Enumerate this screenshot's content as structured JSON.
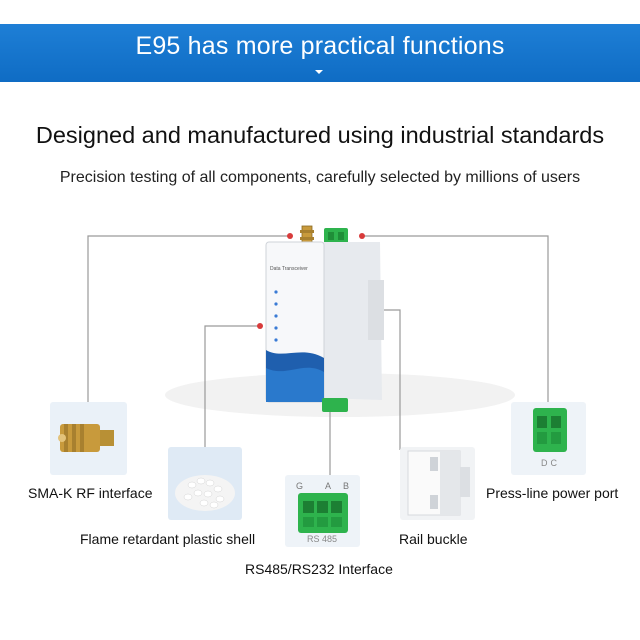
{
  "banner": {
    "title": "E95 has more practical functions"
  },
  "headline": "Designed and manufactured using industrial standards",
  "subheadline": "Precision testing of all components, carefully selected by millions of users",
  "device": {
    "label": "Data Transceiver"
  },
  "features": [
    {
      "label": "SMA-K RF interface"
    },
    {
      "label": "Flame retardant plastic shell"
    },
    {
      "label": "RS485/RS232 Interface",
      "terminal_labels": [
        "G",
        "A",
        "B"
      ],
      "port_label": "RS 485"
    },
    {
      "label": "Rail buckle"
    },
    {
      "label": "Press-line power port",
      "terminal_label": "DC"
    }
  ],
  "colors": {
    "banner": "#1579d0",
    "connector_green": "#2eb34d",
    "leader_line": "#9a9a9a",
    "callout_dot": "#d83b3b"
  }
}
